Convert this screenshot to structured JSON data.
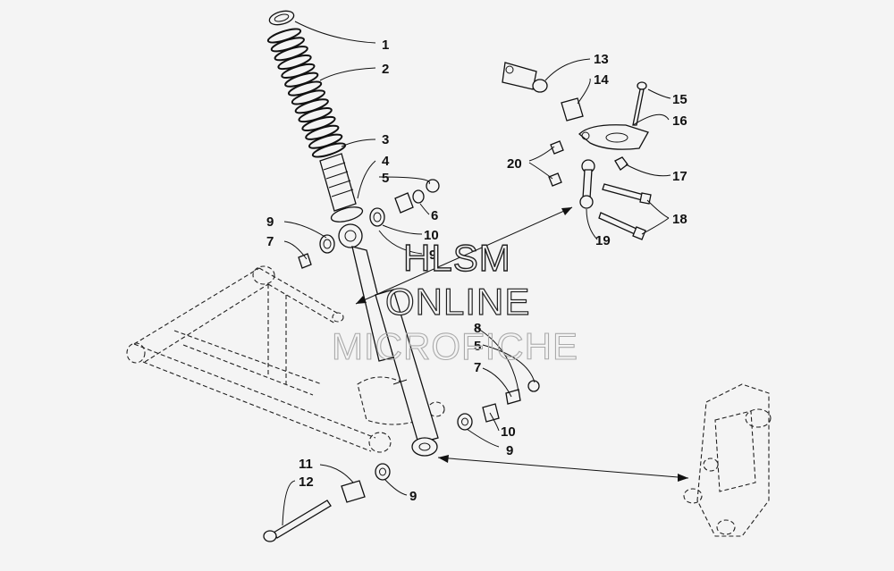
{
  "watermark": {
    "line1": "HLSM",
    "line2": "ONLINE",
    "line3": "MICROFICHE"
  },
  "callouts": [
    {
      "id": "c1",
      "label": "1"
    },
    {
      "id": "c2",
      "label": "2"
    },
    {
      "id": "c3",
      "label": "3"
    },
    {
      "id": "c4",
      "label": "4"
    },
    {
      "id": "c5a",
      "label": "5"
    },
    {
      "id": "c6",
      "label": "6"
    },
    {
      "id": "c9a",
      "label": "9"
    },
    {
      "id": "c7a",
      "label": "7"
    },
    {
      "id": "c10a",
      "label": "10"
    },
    {
      "id": "c9b",
      "label": "9"
    },
    {
      "id": "c13",
      "label": "13"
    },
    {
      "id": "c14",
      "label": "14"
    },
    {
      "id": "c15",
      "label": "15"
    },
    {
      "id": "c16",
      "label": "16"
    },
    {
      "id": "c17",
      "label": "17"
    },
    {
      "id": "c20",
      "label": "20"
    },
    {
      "id": "c18",
      "label": "18"
    },
    {
      "id": "c19",
      "label": "19"
    },
    {
      "id": "c8",
      "label": "8"
    },
    {
      "id": "c5b",
      "label": "5"
    },
    {
      "id": "c7b",
      "label": "7"
    },
    {
      "id": "c10b",
      "label": "10"
    },
    {
      "id": "c9c",
      "label": "9"
    },
    {
      "id": "c11",
      "label": "11"
    },
    {
      "id": "c12",
      "label": "12"
    },
    {
      "id": "c9d",
      "label": "9"
    }
  ]
}
